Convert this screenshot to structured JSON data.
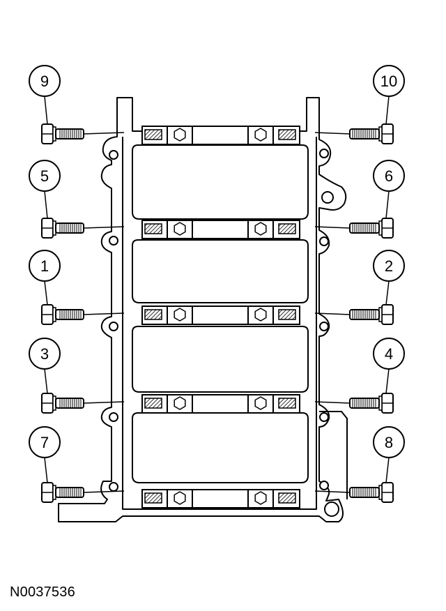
{
  "figure": {
    "reference_code": "N0037536"
  },
  "bolts": [
    {
      "number": "9",
      "side": "left"
    },
    {
      "number": "10",
      "side": "right"
    },
    {
      "number": "5",
      "side": "left"
    },
    {
      "number": "6",
      "side": "right"
    },
    {
      "number": "1",
      "side": "left"
    },
    {
      "number": "2",
      "side": "right"
    },
    {
      "number": "3",
      "side": "left"
    },
    {
      "number": "4",
      "side": "right"
    },
    {
      "number": "7",
      "side": "left"
    },
    {
      "number": "8",
      "side": "right"
    }
  ]
}
